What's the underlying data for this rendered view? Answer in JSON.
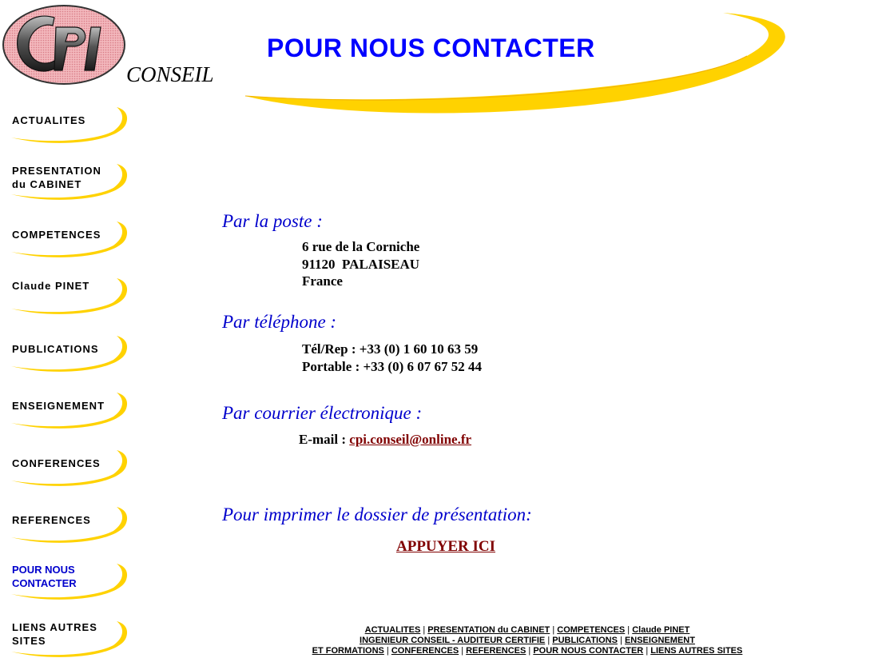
{
  "logo": {
    "letters": "CPI",
    "tagline": "CONSEIL"
  },
  "header": {
    "title": "POUR NOUS CONTACTER"
  },
  "nav": {
    "items": [
      {
        "label": "ACTUALITES",
        "current": false
      },
      {
        "label": "PRESENTATION\ndu CABINET",
        "current": false
      },
      {
        "label": "COMPETENCES",
        "current": false
      },
      {
        "label": "Claude PINET",
        "current": false
      },
      {
        "label": "PUBLICATIONS",
        "current": false
      },
      {
        "label": "ENSEIGNEMENT",
        "current": false
      },
      {
        "label": "CONFERENCES",
        "current": false
      },
      {
        "label": "REFERENCES",
        "current": false
      },
      {
        "label": "POUR NOUS\nCONTACTER",
        "current": true
      },
      {
        "label": "LIENS AUTRES\nSITES",
        "current": false
      }
    ]
  },
  "contact": {
    "post": {
      "heading": "Par la poste :",
      "line1": "6 rue de la Corniche",
      "line2": "91120  PALAISEAU",
      "line3": "France"
    },
    "phone": {
      "heading": "Par téléphone :",
      "line1": "Tél/Rep : +33 (0) 1 60 10 63 59",
      "line2": "Portable : +33 (0) 6 07 67 52 44"
    },
    "email": {
      "heading": "Par courrier électronique :",
      "label": "E-mail : ",
      "address": "cpi.conseil@online.fr"
    },
    "print": {
      "heading": "Pour imprimer le dossier de présentation:",
      "link": "APPUYER ICI"
    }
  },
  "footer": {
    "links": {
      "actualites": "ACTUALITES",
      "presentation": "PRESENTATION du CABINET",
      "competences": "COMPETENCES",
      "pinet": "Claude PINET",
      "ingenieur": "INGENIEUR CONSEIL - AUDITEUR CERTIFIE",
      "publications": "PUBLICATIONS",
      "enseignement": "ENSEIGNEMENT",
      "formations": "ET FORMATIONS",
      "conferences": "CONFERENCES",
      "references": "REFERENCES",
      "contacter": "POUR NOUS CONTACTER",
      "liens": "LIENS AUTRES SITES"
    },
    "separator": " | "
  },
  "colors": {
    "title_blue": "#0000ff",
    "heading_blue": "#0000cc",
    "swoosh_yellow": "#ffd200",
    "link_maroon": "#800000",
    "logo_pink": "#f0a0a8"
  }
}
